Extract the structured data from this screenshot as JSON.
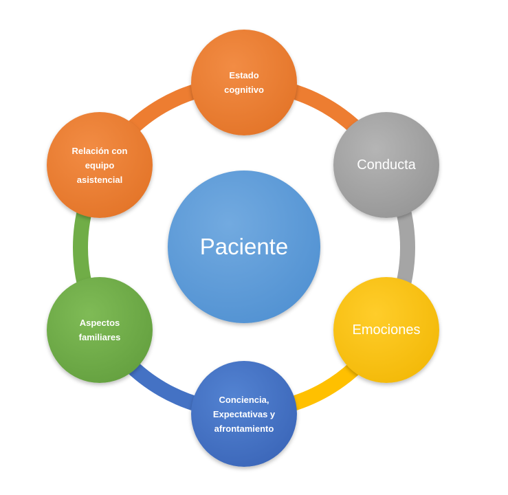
{
  "diagram": {
    "center": {
      "label": "Paciente",
      "color": "#5b9bd5"
    },
    "nodes": [
      {
        "id": "estado-cognitivo",
        "label": "Estado\ncognitivo",
        "color": "#ed7d31"
      },
      {
        "id": "conducta",
        "label": "Conducta",
        "color": "#a5a5a5"
      },
      {
        "id": "emociones",
        "label": "Emociones",
        "color": "#ffc000"
      },
      {
        "id": "conciencia",
        "label": "Conciencia,\nExpectativas y\nafrontamiento",
        "color": "#4472c4"
      },
      {
        "id": "aspectos-familiares",
        "label": "Aspectos\nfamiliares",
        "color": "#70ad47"
      },
      {
        "id": "relacion-equipo",
        "label": "Relación con\nequipo\nasistencial",
        "color": "#ed7d31"
      }
    ],
    "arc_colors": [
      "#ed7d31",
      "#a5a5a5",
      "#ffc000",
      "#4472c4",
      "#70ad47",
      "#ed7d31"
    ]
  }
}
